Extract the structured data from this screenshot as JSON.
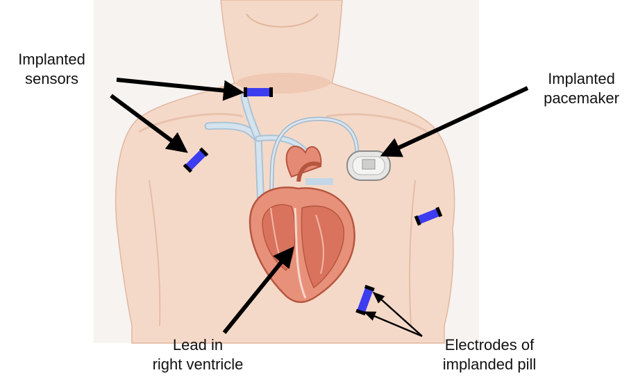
{
  "labels": {
    "implanted_sensors": [
      "Implanted",
      "sensors"
    ],
    "implanted_pacemaker": [
      "Implanted",
      "pacemaker"
    ],
    "lead": [
      "Lead in",
      "right ventricle"
    ],
    "electrodes": [
      "Electrodes of",
      "implanded pill"
    ]
  },
  "colors": {
    "background": "#ffffff",
    "panel": "#f6f3f1",
    "skin": "#f5d9c8",
    "skin_shadow": "#e9b9a0",
    "vessel": "#c9dbe8",
    "vessel_edge": "#a9c3d6",
    "heart": "#e8917a",
    "heart_dark": "#b6563f",
    "pacemaker": "#e2e2e0",
    "sensor_blue": "#3c3cf0",
    "arrow": "#000000"
  },
  "icons": [
    "sensor-icon",
    "pacemaker-icon",
    "heart-icon",
    "arrow-icon"
  ]
}
